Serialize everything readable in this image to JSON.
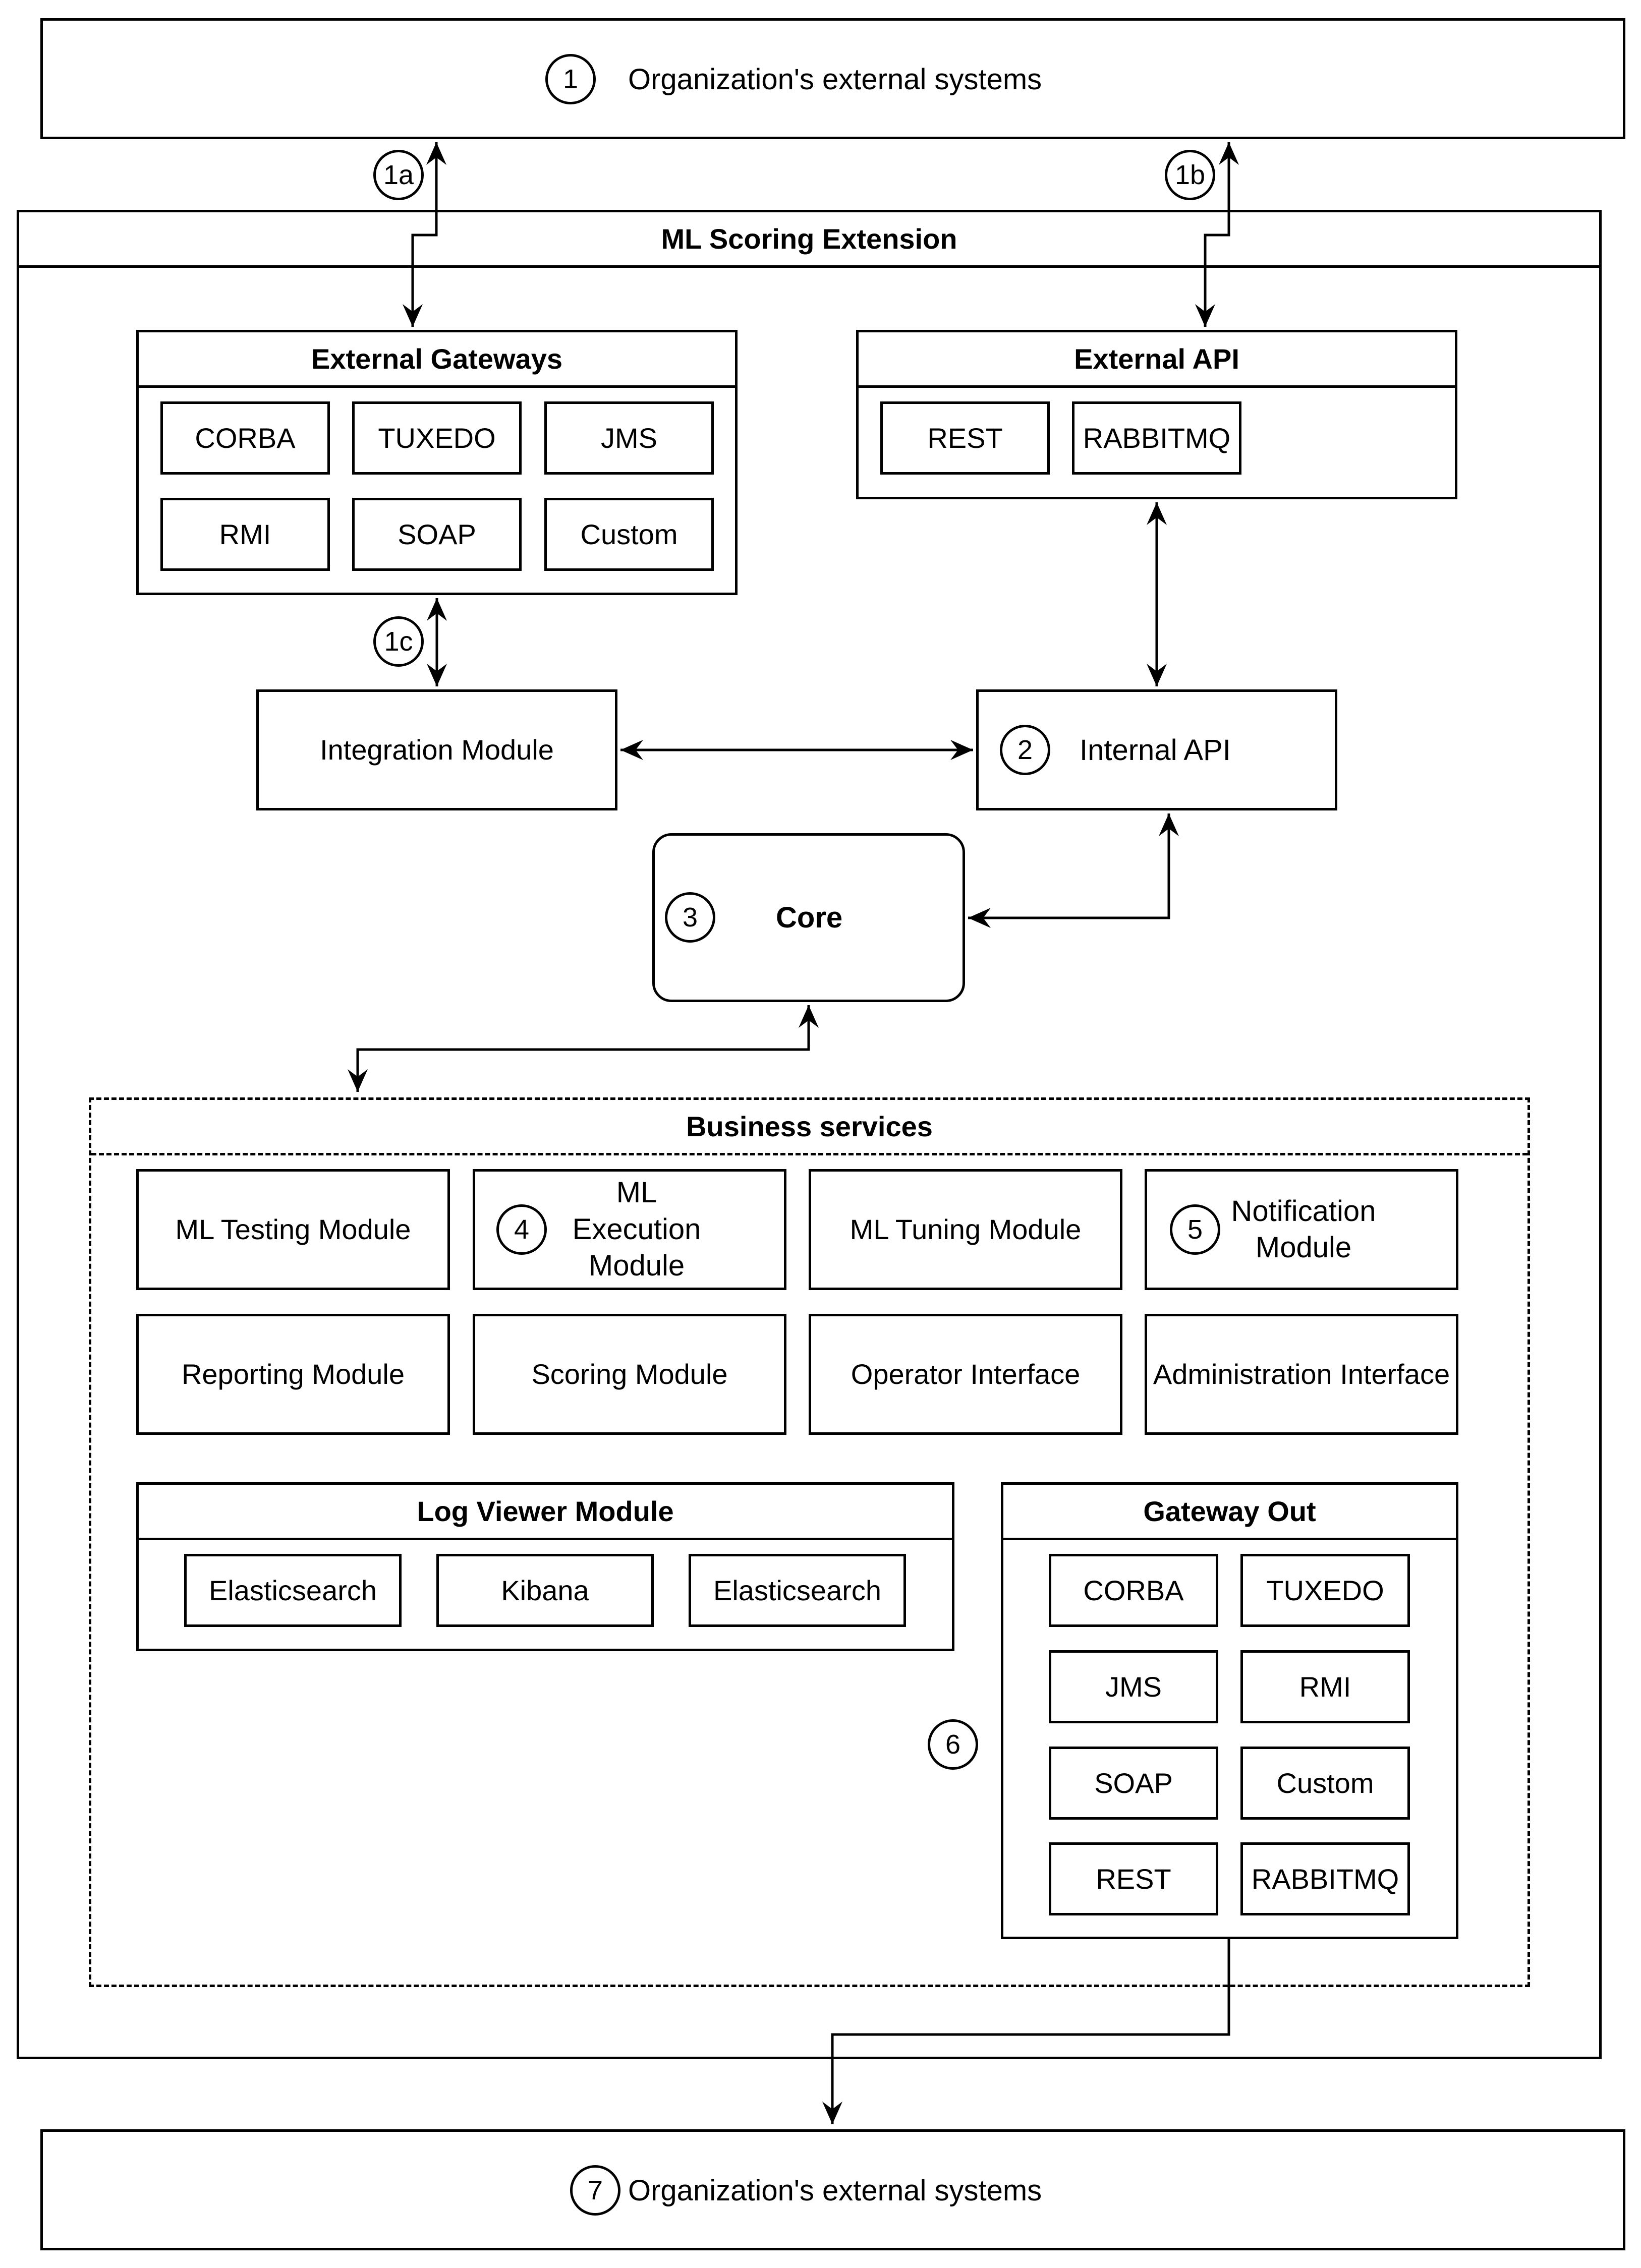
{
  "top_systems": {
    "badge": "1",
    "label": "Organization's external systems"
  },
  "bottom_systems": {
    "badge": "7",
    "label": "Organization's external systems"
  },
  "extension": {
    "title": "ML Scoring Extension"
  },
  "connector_badges": {
    "a": "1a",
    "b": "1b",
    "c": "1c"
  },
  "external_gateways": {
    "title": "External Gateways",
    "items": [
      "CORBA",
      "TUXEDO",
      "JMS",
      "RMI",
      "SOAP",
      "Custom"
    ]
  },
  "external_api": {
    "title": "External API",
    "items": [
      "REST",
      "RABBITMQ"
    ]
  },
  "integration_module": {
    "label": "Integration Module"
  },
  "internal_api": {
    "badge": "2",
    "label": "Internal API"
  },
  "core": {
    "badge": "3",
    "label": "Core"
  },
  "business_services": {
    "title": "Business services",
    "modules": [
      "ML Testing Module",
      "ML Execution Module",
      "ML Tuning Module",
      "Notification Module",
      "Reporting Module",
      "Scoring Module",
      "Operator Interface",
      "Administration Interface"
    ],
    "ml_execution_badge": "4",
    "notification_badge": "5"
  },
  "log_viewer": {
    "title": "Log Viewer Module",
    "items": [
      "Elasticsearch",
      "Kibana",
      "Elasticsearch"
    ]
  },
  "gateway_out": {
    "title": "Gateway Out",
    "badge": "6",
    "items": [
      "CORBA",
      "TUXEDO",
      "JMS",
      "RMI",
      "SOAP",
      "Custom",
      "REST",
      "RABBITMQ"
    ]
  }
}
